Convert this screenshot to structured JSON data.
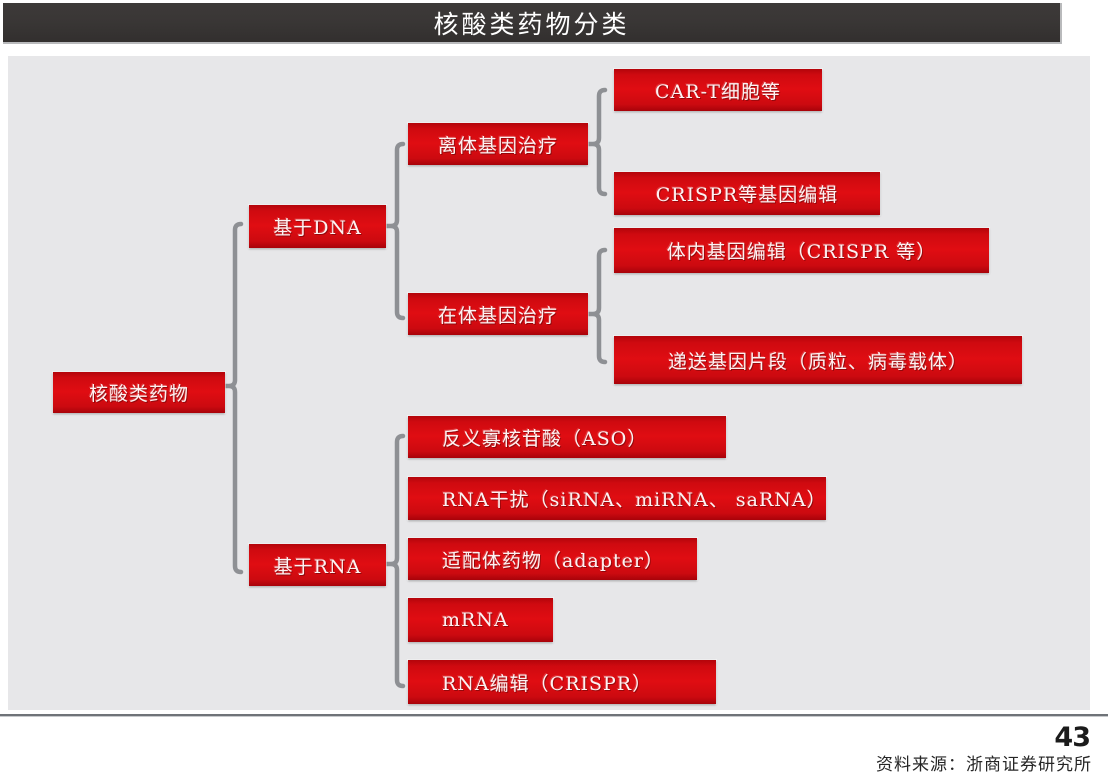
{
  "header": {
    "title": "核酸类药物分类"
  },
  "colors": {
    "title_bar_bg": "#393635",
    "panel_bg": "#e7e7e9",
    "node_red": "#d10b11",
    "node_red_dark": "#a8030a",
    "node_text": "#fdf2f2",
    "connector_gray": "#8e9094"
  },
  "diagram": {
    "type": "tree",
    "root": {
      "label": "核酸类药物"
    },
    "branches": [
      {
        "label": "基于DNA",
        "children": [
          {
            "label": "离体基因治疗",
            "children": [
              {
                "label": "CAR-T细胞等"
              },
              {
                "label": "CRISPR等基因编辑"
              }
            ]
          },
          {
            "label": "在体基因治疗",
            "children": [
              {
                "label": "体内基因编辑（CRISPR 等）"
              },
              {
                "label": "递送基因片段（质粒、病毒载体）"
              }
            ]
          }
        ]
      },
      {
        "label": "基于RNA",
        "children": [
          {
            "label": "反义寡核苷酸（ASO）"
          },
          {
            "label": "RNA干扰（siRNA、miRNA、 saRNA）"
          },
          {
            "label": "适配体药物（adapter）"
          },
          {
            "label": "mRNA"
          },
          {
            "label": "RNA编辑（CRISPR）"
          }
        ]
      }
    ]
  },
  "footer": {
    "page_number": "43",
    "source": "资料来源：浙商证券研究所"
  }
}
